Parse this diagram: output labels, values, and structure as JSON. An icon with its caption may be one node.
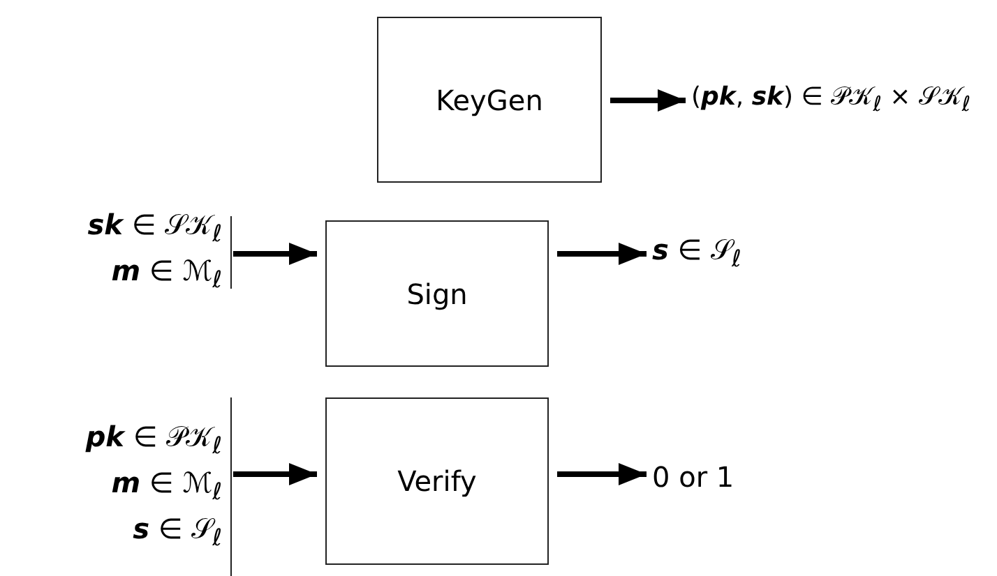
{
  "diagram": {
    "nodes": [
      {
        "text": [
          "KeyGen"
        ]
      },
      {
        "text": [
          "(**pk**, **sk**) ∈ 𝒫𝒦$_{ℓ}$ × 𝒮𝒦$_{ℓ}$"
        ]
      },
      {
        "text": [
          "**sk** ∈ 𝒮𝒦$_{ℓ}$",
          "**m** ∈ ℳ$_{ℓ}$"
        ]
      },
      {
        "text": [
          "Sign"
        ]
      },
      {
        "text": [
          "**s** ∈ 𝒮$_{ℓ}$"
        ]
      },
      {
        "text": [
          "**pk** ∈ 𝒫𝒦$_{ℓ}$",
          "**m** ∈ ℳ$_{ℓ}$",
          "**s** ∈ 𝒮$_{ℓ}$"
        ]
      },
      {
        "text": [
          "Verify"
        ]
      },
      {
        "text": [
          "0 or 1"
        ]
      }
    ],
    "edges": [
      {
        "from": 0,
        "to": 1,
        "arrow": "to"
      },
      {
        "from": 2,
        "to": 3,
        "arrow": "to"
      },
      {
        "from": 3,
        "to": 4,
        "arrow": "to"
      },
      {
        "from": 5,
        "to": 6,
        "arrow": "to"
      },
      {
        "from": 6,
        "to": 7,
        "arrow": "to"
      }
    ]
  }
}
